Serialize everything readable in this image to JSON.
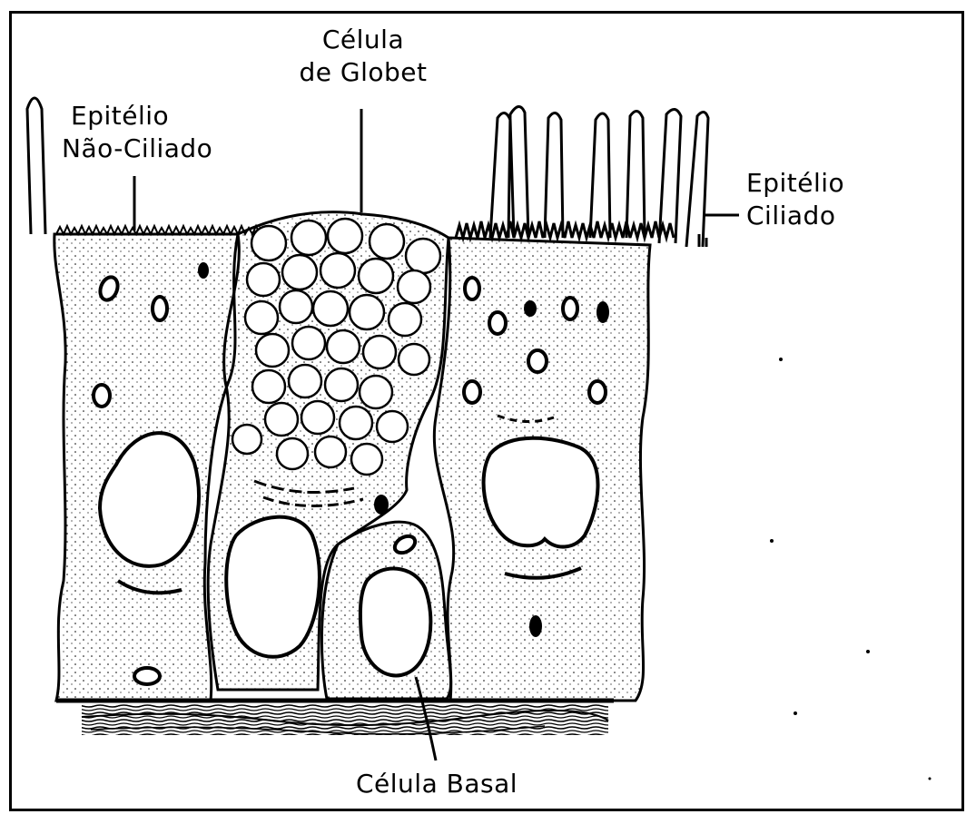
{
  "labels": {
    "goblet_line1": "Célula",
    "goblet_line2": "de Globet",
    "nonciliated_line1": "Epitélio",
    "nonciliated_line2": "Não-Ciliado",
    "ciliated_line1": "Epitélio",
    "ciliated_line2": "Ciliado",
    "basal": "Célula Basal"
  }
}
